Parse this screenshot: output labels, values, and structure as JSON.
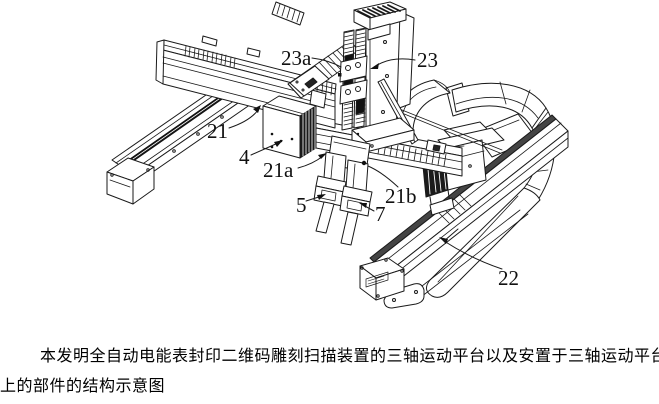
{
  "figure": {
    "labels": [
      {
        "id": "23a",
        "text": "23a"
      },
      {
        "id": "23",
        "text": "23"
      },
      {
        "id": "21",
        "text": "21"
      },
      {
        "id": "4",
        "text": "4"
      },
      {
        "id": "21a",
        "text": "21a"
      },
      {
        "id": "5",
        "text": "5"
      },
      {
        "id": "7",
        "text": "7"
      },
      {
        "id": "21b",
        "text": "21b"
      },
      {
        "id": "22",
        "text": "22"
      }
    ],
    "line_color": "#1a1a1a",
    "background": "#ffffff"
  },
  "caption": {
    "line1": "本发明全自动电能表封印二维码雕刻扫描装置的三轴运动平台以及安置于三轴运动平台",
    "line2": "上的部件的结构示意图"
  }
}
